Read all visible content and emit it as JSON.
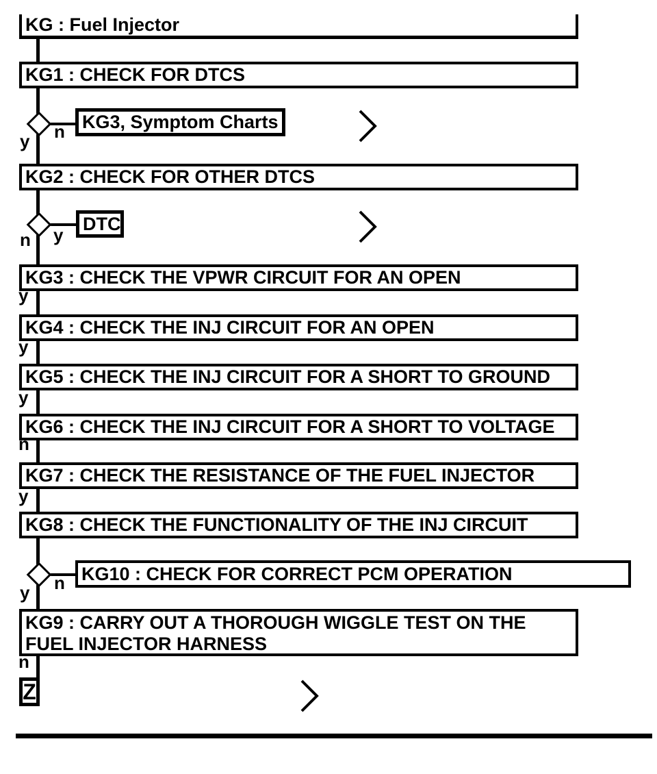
{
  "flowchart": {
    "title": "KG : Fuel Injector",
    "steps": {
      "kg1": "KG1 : CHECK FOR DTCS",
      "kg2": "KG2 : CHECK FOR OTHER DTCS",
      "kg3": "KG3 : CHECK THE VPWR CIRCUIT FOR AN OPEN",
      "kg4": "KG4 : CHECK THE INJ CIRCUIT FOR AN OPEN",
      "kg5": "KG5 : CHECK THE INJ CIRCUIT FOR A SHORT TO GROUND",
      "kg6": "KG6 : CHECK THE INJ CIRCUIT FOR A SHORT TO VOLTAGE",
      "kg7": "KG7 : CHECK THE RESISTANCE OF THE FUEL INJECTOR",
      "kg8": "KG8 : CHECK THE FUNCTIONALITY OF THE INJ CIRCUIT",
      "kg9_line1": "KG9 : CARRY OUT A THOROUGH WIGGLE TEST ON THE",
      "kg9_line2": "FUEL INJECTOR HARNESS"
    },
    "references": {
      "symptom": "KG3, Symptom Charts",
      "dtc": "DTC",
      "kg10": "KG10 : CHECK FOR CORRECT PCM OPERATION",
      "end": "Z"
    },
    "branch_labels": {
      "d1_yes": "y",
      "d1_no": "n",
      "d2_no": "n",
      "d2_yes": "y",
      "kg3_exit": "y",
      "kg4_exit": "y",
      "kg5_exit": "y",
      "kg6_exit": "n",
      "kg7_exit": "y",
      "d3_yes": "y",
      "d3_no": "n",
      "kg9_exit": "n"
    },
    "colors": {
      "foreground": "#000000",
      "background": "#ffffff"
    }
  }
}
